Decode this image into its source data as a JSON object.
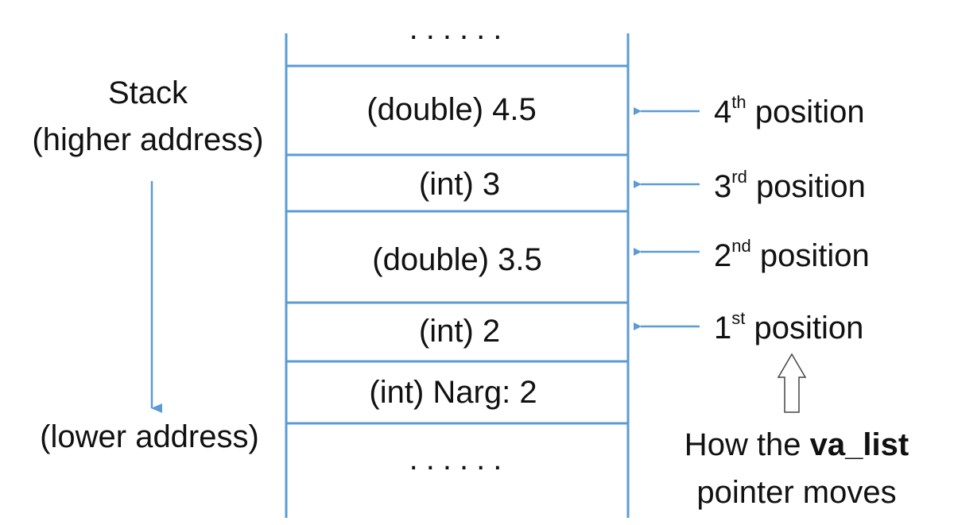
{
  "colors": {
    "accent": "#5b9bd5",
    "text": "#111111"
  },
  "stack": {
    "dots_top": "......",
    "dots_bottom": "......",
    "cells": [
      "(double) 4.5",
      "(int) 3",
      "(double) 3.5",
      "(int) 2",
      "(int) Narg: 2"
    ]
  },
  "left": {
    "stack_label": "Stack",
    "higher_label": "(higher address)",
    "lower_label": "(lower address)"
  },
  "positions": [
    {
      "num": "4",
      "sup": "th",
      "word": "position"
    },
    {
      "num": "3",
      "sup": "rd",
      "word": "position"
    },
    {
      "num": "2",
      "sup": "nd",
      "word": "position"
    },
    {
      "num": "1",
      "sup": "st",
      "word": "position"
    }
  ],
  "caption": {
    "prefix": "How the ",
    "bold": "va_list",
    "line2": "pointer moves"
  }
}
